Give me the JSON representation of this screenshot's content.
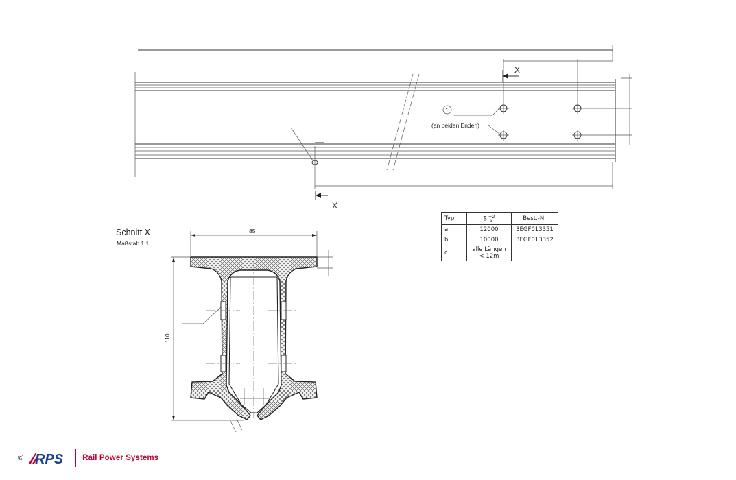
{
  "drawing": {
    "view_label": "X",
    "note_number": "1",
    "note_text": "(an beiden Enden)"
  },
  "section": {
    "title": "Schnitt X",
    "scale": "Maßstab 1:1",
    "width_dim": "85",
    "height_dim": "110"
  },
  "table": {
    "headers": {
      "typ": "Typ",
      "s_label": "S",
      "tol_plus": "+2",
      "tol_minus": "-3",
      "best_nr": "Best.-Nr"
    },
    "rows": [
      {
        "typ": "a",
        "length": "12000",
        "best_nr": "3EGF013351"
      },
      {
        "typ": "b",
        "length": "10000",
        "best_nr": "3EGF013352"
      },
      {
        "typ": "c",
        "length_line1": "alle Längen",
        "length_line2": "< 12m",
        "best_nr": ""
      }
    ]
  },
  "footer": {
    "copyright": "©",
    "logo_text": "RPS",
    "company": "Rail Power Systems",
    "brand_red": "#c3002f",
    "brand_blue": "#1a3f8f"
  }
}
